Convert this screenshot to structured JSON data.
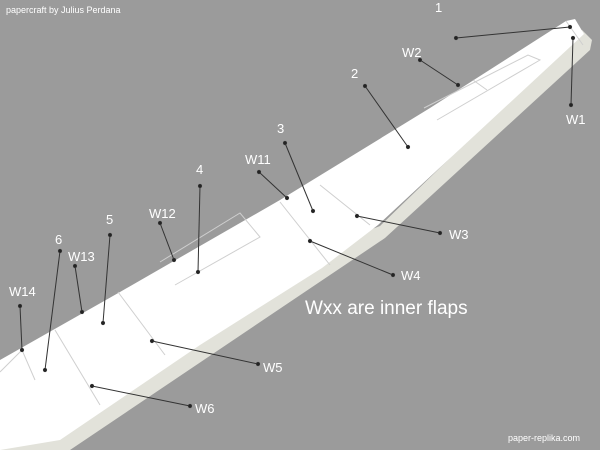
{
  "credit": "papercraft by Julius Perdana",
  "site": "paper-replika.com",
  "note": "Wxx are inner flaps",
  "labels": {
    "p1": "1",
    "p2": "2",
    "p3": "3",
    "p4": "4",
    "p5": "5",
    "p6": "6",
    "w1": "W1",
    "w2": "W2",
    "w3": "W3",
    "w4": "W4",
    "w5": "W5",
    "w6": "W6",
    "w11": "W11",
    "w12": "W12",
    "w13": "W13",
    "w14": "W14"
  },
  "colors": {
    "background": "#9b9b9b",
    "wing": "#ffffff",
    "underside": "#e4e4dc",
    "leader": "#333333"
  }
}
